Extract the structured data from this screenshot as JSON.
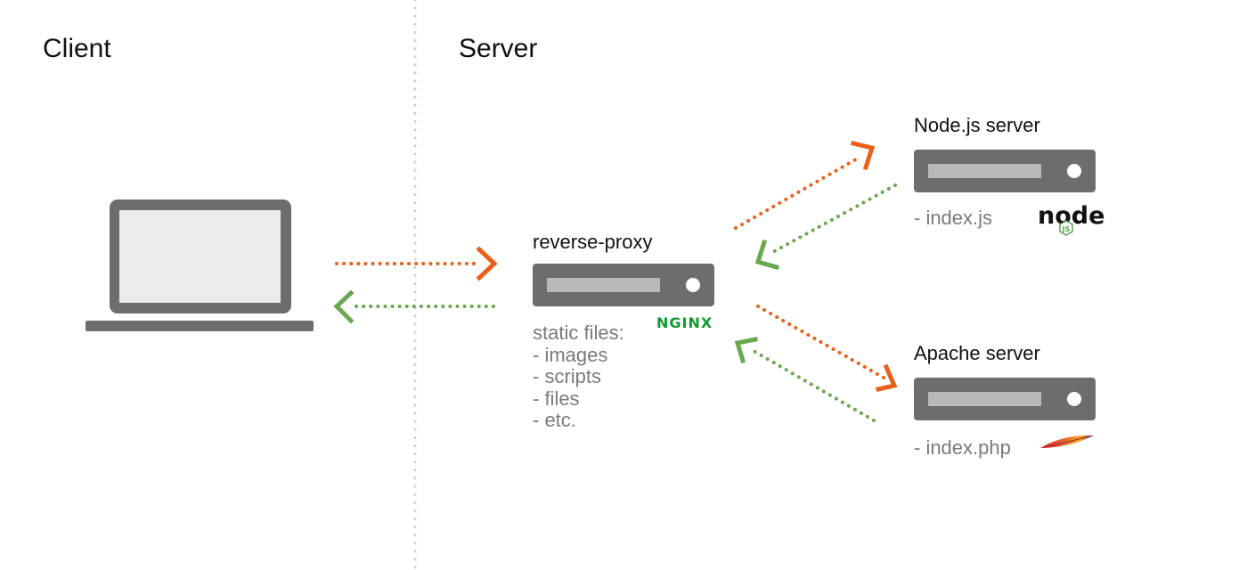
{
  "sections": {
    "client": "Client",
    "server": "Server"
  },
  "nodes": {
    "proxy": {
      "title": "reverse-proxy",
      "notes": [
        "static files:",
        "- images",
        "- scripts",
        "- files",
        "- etc."
      ],
      "logo_text": "NGINX"
    },
    "node": {
      "title": "Node.js server",
      "file": "- index.js",
      "logo_text": "node",
      "logo_badge": "JS"
    },
    "apache": {
      "title": "Apache server",
      "file": "- index.php"
    }
  },
  "colors": {
    "request_arrow": "#e8601c",
    "response_arrow": "#6aa84f",
    "server_box": "#6d6d6d",
    "laptop": "#6d6d6d",
    "laptop_screen": "#ebebeb",
    "divider": "#d0d0d0",
    "nginx_green": "#0f9a2f"
  },
  "icons": {
    "laptop": "laptop-icon",
    "server": "server-rack-icon",
    "nginx": "nginx-logo",
    "nodejs": "nodejs-logo",
    "apache": "apache-feather-logo"
  }
}
